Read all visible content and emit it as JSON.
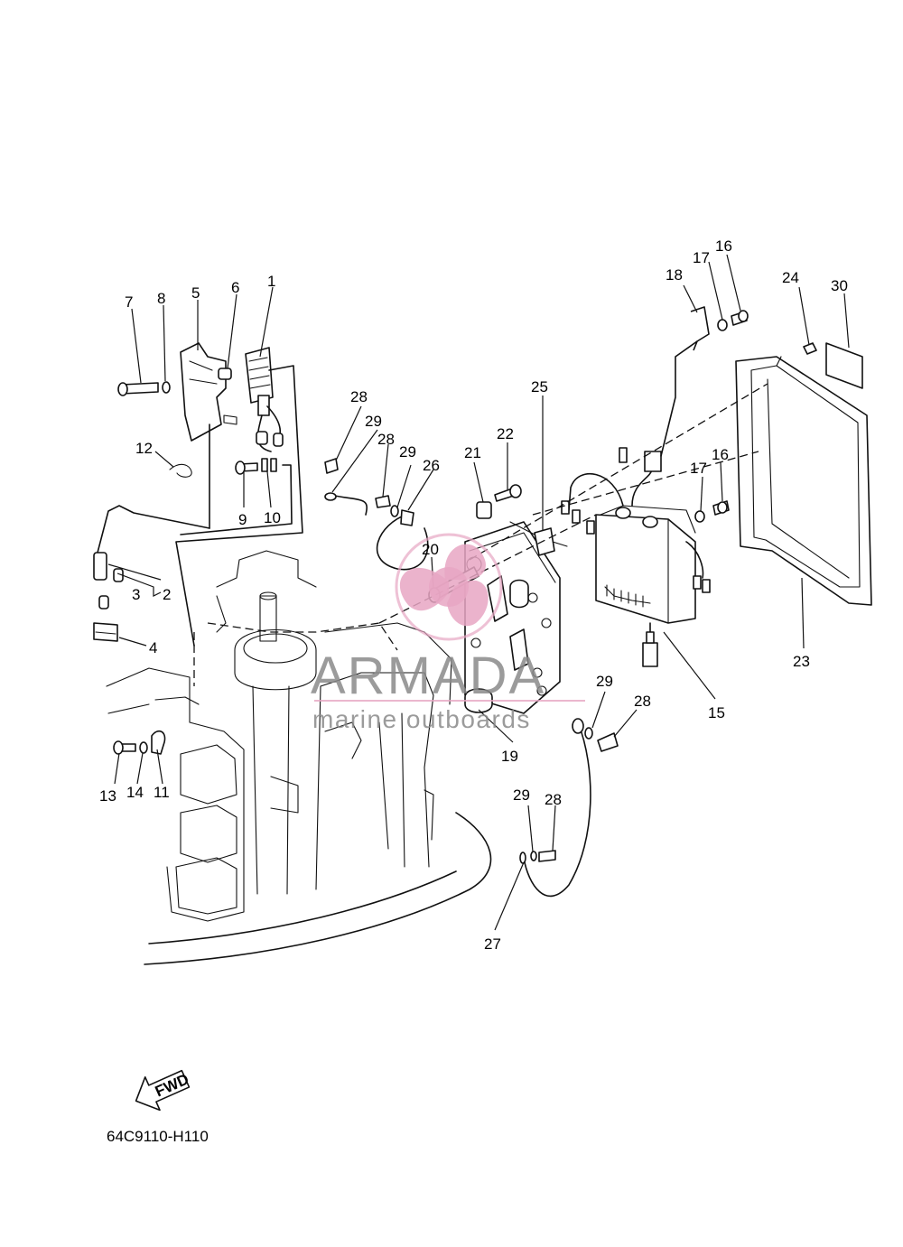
{
  "diagram_code": "64C9110-H110",
  "direction_badge": "FWD",
  "watermark": {
    "brand": "ARMADA",
    "tagline": "marine outboards",
    "logo_icon": "propeller-logo-icon",
    "logo_color": "#e7a6c3",
    "text_color": "#8a8a8a"
  },
  "callouts": [
    "1",
    "2",
    "3",
    "4",
    "5",
    "6",
    "7",
    "8",
    "9",
    "10",
    "11",
    "12",
    "13",
    "14",
    "15",
    "16",
    "16",
    "17",
    "17",
    "18",
    "19",
    "20",
    "21",
    "22",
    "23",
    "24",
    "25",
    "26",
    "27",
    "28",
    "28",
    "28",
    "28",
    "29",
    "29",
    "29",
    "29",
    "30"
  ]
}
